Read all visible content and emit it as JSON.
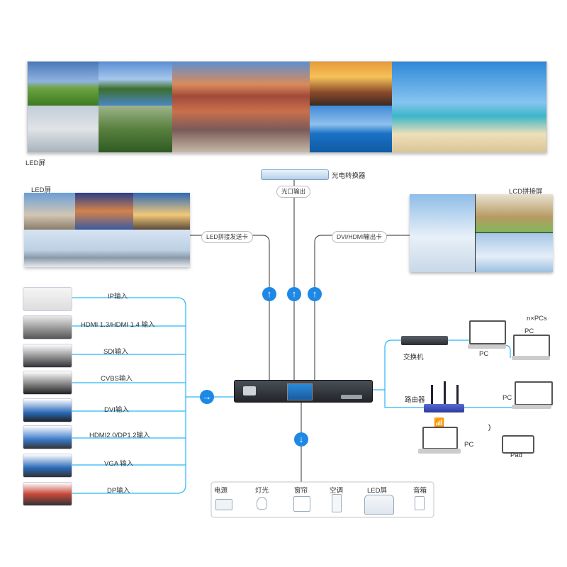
{
  "top_screen": {
    "label": "LED屏"
  },
  "converter": {
    "label": "光电转换器",
    "port_label": "光口输出"
  },
  "left_screen": {
    "label": "LED屏",
    "card_label": "LED拼接发送卡"
  },
  "right_screen": {
    "label": "LCD拼接屏",
    "card_label": "DVI/HDMI输出卡"
  },
  "inputs": [
    {
      "label": "IP输入",
      "icon": "ip-camera-icon"
    },
    {
      "label": "HDMI 1.3/HDMI 1.4 输入",
      "icon": "hdmi-player-icon"
    },
    {
      "label": "SDI输入",
      "icon": "video-camera-icon"
    },
    {
      "label": "CVBS输入",
      "icon": "cvbs-box-icon"
    },
    {
      "label": "DVI输入",
      "icon": "desktop-pc-icon"
    },
    {
      "label": "HDMI2.0/DP1.2输入",
      "icon": "dual-monitor-icon"
    },
    {
      "label": "VGA 输入",
      "icon": "vga-monitor-icon"
    },
    {
      "label": "DP输入",
      "icon": "dp-monitor-icon"
    }
  ],
  "network": {
    "switch_label": "交换机",
    "router_label": "路由器",
    "pcs_label": "n×PCs",
    "pc_label": "PC",
    "pad_label": "Pad"
  },
  "controls": [
    {
      "label": "电源",
      "icon": "power-panel-icon"
    },
    {
      "label": "灯光",
      "icon": "light-bulb-icon"
    },
    {
      "label": "窗帘",
      "icon": "curtain-icon"
    },
    {
      "label": "空调",
      "icon": "air-conditioner-icon"
    },
    {
      "label": "LED屏",
      "icon": "led-screen-icon"
    },
    {
      "label": "音箱",
      "icon": "speaker-icon"
    }
  ],
  "colors": {
    "line": "#1e88e5",
    "arrow": "#1e88e5",
    "border": "#9aa0a6"
  }
}
